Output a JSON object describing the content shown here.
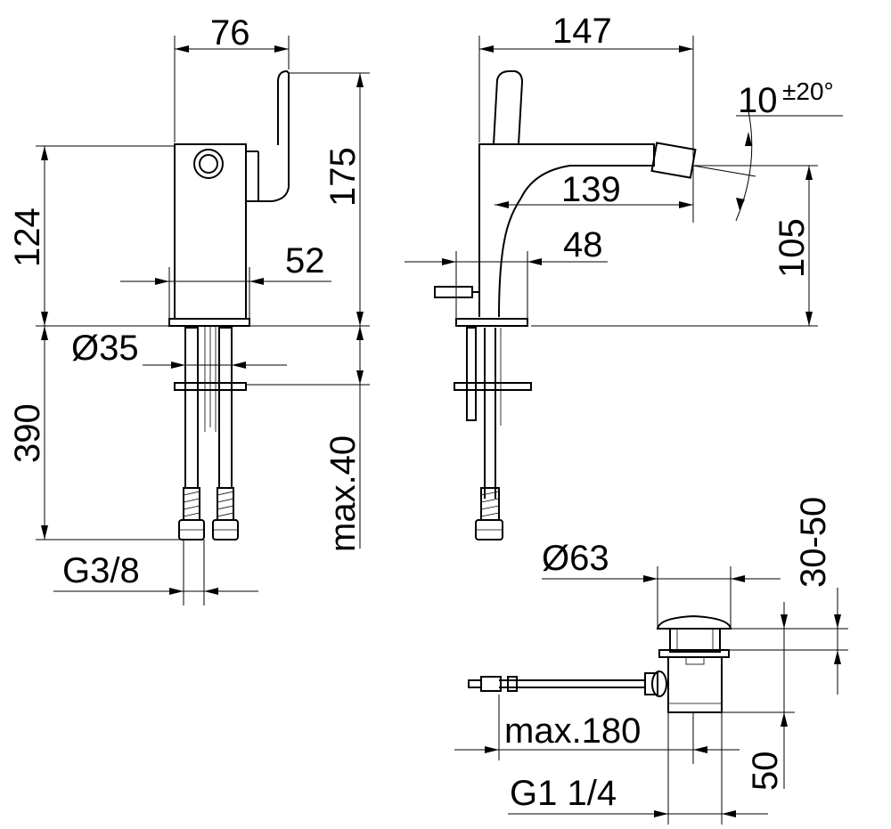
{
  "dimensions": {
    "width_76": "76",
    "depth_147": "147",
    "angle_main": "10",
    "angle_tol": "±20°",
    "height_124": "124",
    "height_175": "175",
    "base_52": "52",
    "reach_139": "139",
    "outlet_105": "105",
    "spacing_48": "48",
    "hole_dia": "Ø35",
    "hose_390": "390",
    "deck_max40": "max.40",
    "thread_g38": "G3/8",
    "waste_dia": "Ø63",
    "waste_range": "30-50",
    "rod_max180": "max.180",
    "waste_50": "50",
    "thread_g114": "G1 1/4"
  }
}
